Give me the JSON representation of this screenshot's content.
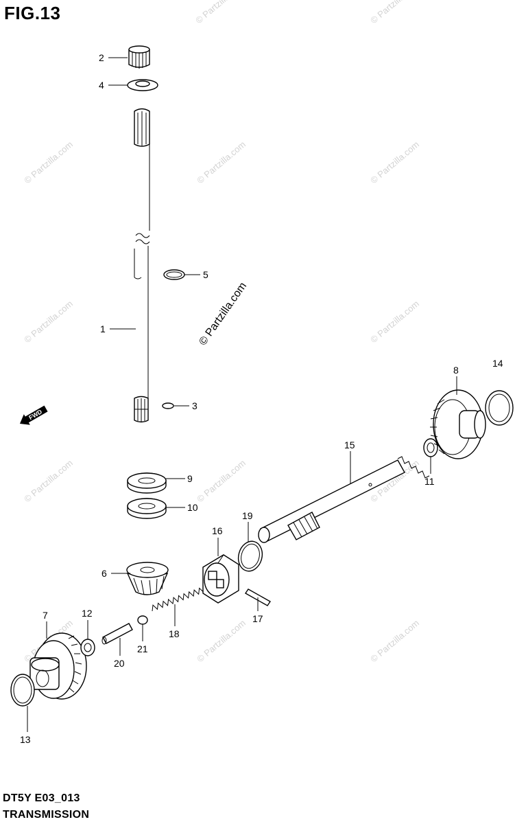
{
  "figure": {
    "title": "FIG.13",
    "code": "DT5Y E03_013",
    "name": "TRANSMISSION"
  },
  "watermark": {
    "text": "© Partzilla.com",
    "main_text": "© Partzilla.com"
  },
  "fwd_label": "FWD",
  "callouts": {
    "c1": "1",
    "c2": "2",
    "c3": "3",
    "c4": "4",
    "c5": "5",
    "c6": "6",
    "c7": "7",
    "c8": "8",
    "c9": "9",
    "c10": "10",
    "c11": "11",
    "c12": "12",
    "c13": "13",
    "c14": "14",
    "c15": "15",
    "c16": "16",
    "c17": "17",
    "c18": "18",
    "c19": "19",
    "c20": "20",
    "c21": "21"
  }
}
